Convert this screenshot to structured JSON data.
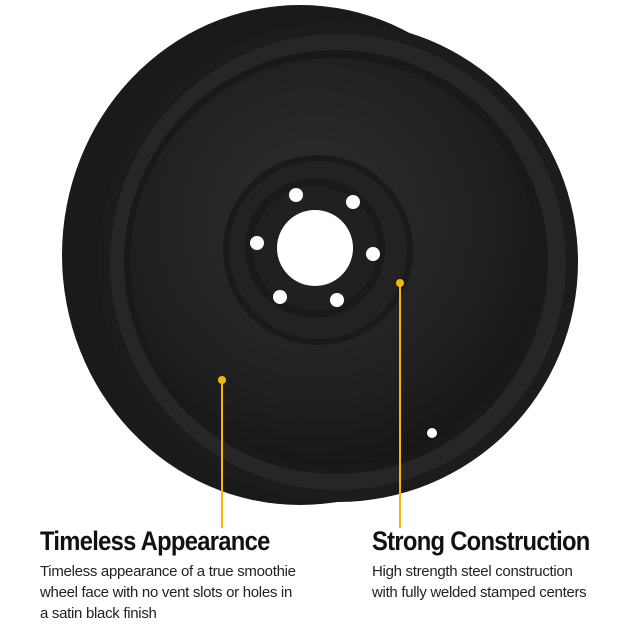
{
  "accent_color": "#f2b707",
  "features": [
    {
      "title": "Timeless Appearance",
      "lines": [
        "Timeless appearance of a true smoothie",
        "wheel face with no vent slots or holes in",
        "a satin black finish"
      ]
    },
    {
      "title": "Strong Construction",
      "lines": [
        "High strength steel construction",
        "with fully welded stamped centers"
      ]
    }
  ]
}
